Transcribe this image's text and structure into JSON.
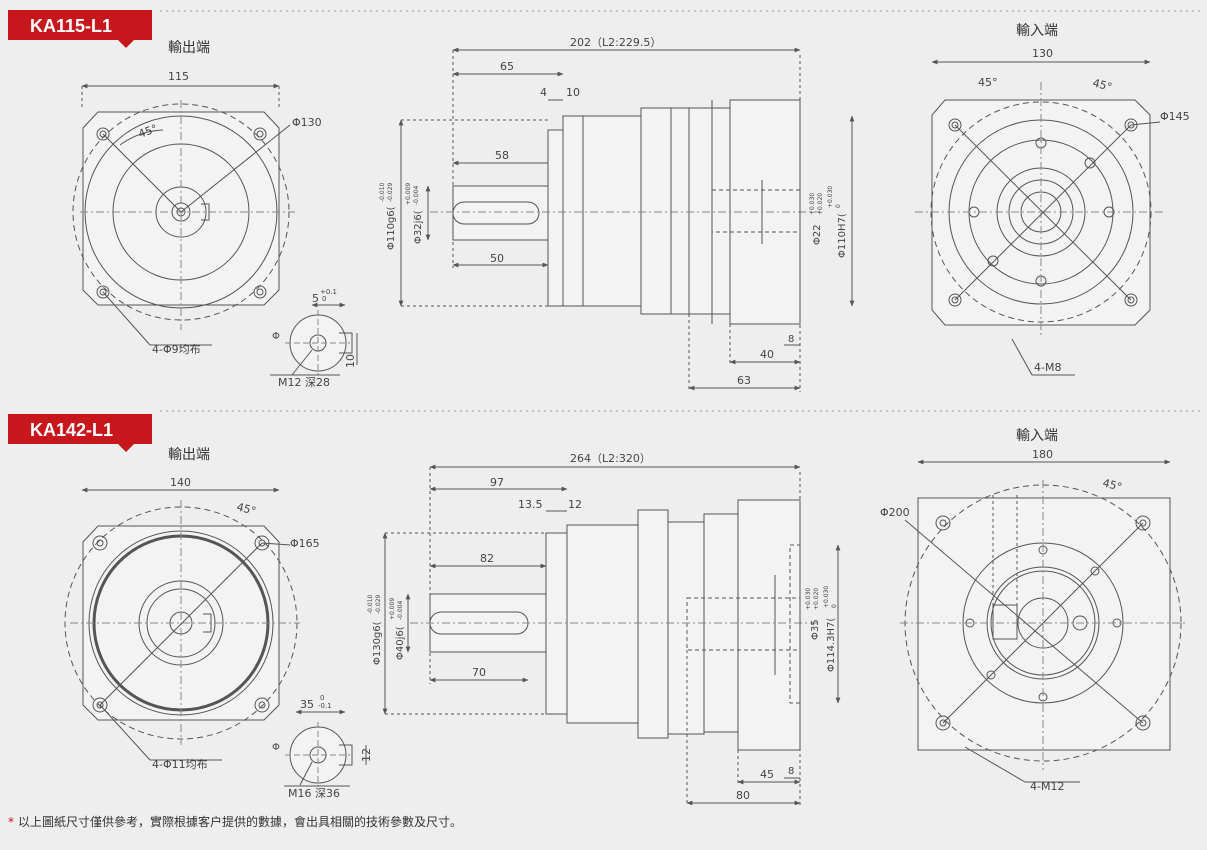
{
  "colors": {
    "accent": "#c8161d",
    "line": "#555555",
    "dim": "#666666",
    "body_fill": "#f3f3f3",
    "background": "#eeeeee"
  },
  "models": [
    {
      "model": "KA115-L1",
      "output_end": "輸出端",
      "input_end": "輸入端",
      "front": {
        "square": "115",
        "pcd": "Φ130",
        "angle": "45°",
        "holes": "4-Φ9均布"
      },
      "key": {
        "width": "5",
        "tol_upper": "+0.1",
        "tol_lower": "0",
        "height": "10",
        "thread": "M12  深28"
      },
      "side": {
        "total": "202（L2:229.5）",
        "len65": "65",
        "len4": "4",
        "len10": "10",
        "len58": "58",
        "len50": "50",
        "d_flange": "Φ110g6(",
        "d_flange_tol_top": "-0.010",
        "d_flange_tol_bot": "-0.029",
        "d_shaft": "Φ32j6(",
        "d_shaft_tol_top": "+0.009",
        "d_shaft_tol_bot": "-0.004",
        "d_bore": "Φ22",
        "d_bore_tol_top": "+0.030",
        "d_bore_tol_bot": "+0.020",
        "d_pilot": "Φ110H7(",
        "d_pilot_tol_top": "+0.030",
        "d_pilot_tol_bot": "0",
        "len8": "8",
        "len40": "40",
        "len63": "63"
      },
      "back": {
        "square": "130",
        "pcd": "Φ145",
        "angle_a": "45°",
        "angle_b": "45°",
        "holes": "4-M8"
      }
    },
    {
      "model": "KA142-L1",
      "output_end": "輸出端",
      "input_end": "輸入端",
      "front": {
        "square": "140",
        "pcd": "Φ165",
        "angle": "45°",
        "holes": "4-Φ11均布"
      },
      "key": {
        "width": "35",
        "tol_upper": "0",
        "tol_lower": "-0.1",
        "height": "12",
        "thread": "M16  深36"
      },
      "side": {
        "total": "264（L2:320）",
        "len97": "97",
        "len13": "13.5",
        "len12": "12",
        "len82": "82",
        "len70": "70",
        "d_flange": "Φ130g6(",
        "d_flange_tol_top": "-0.010",
        "d_flange_tol_bot": "-0.029",
        "d_shaft": "Φ40j6(",
        "d_shaft_tol_top": "+0.009",
        "d_shaft_tol_bot": "-0.004",
        "d_bore": "Φ35",
        "d_bore_tol_top": "+0.030",
        "d_bore_tol_bot": "+0.020",
        "d_pilot": "Φ114.3H7(",
        "d_pilot_tol_top": "+0.030",
        "d_pilot_tol_bot": "0",
        "len8": "8",
        "len45": "45",
        "len80": "80"
      },
      "back": {
        "square": "180",
        "pcd": "Φ200",
        "angle": "45°",
        "holes": "4-M12"
      }
    }
  ],
  "footnote": {
    "star": "*",
    "text": "以上圖紙尺寸僅供參考，實際根據客户提供的數據，會出具相關的技術參數及尺寸。"
  }
}
